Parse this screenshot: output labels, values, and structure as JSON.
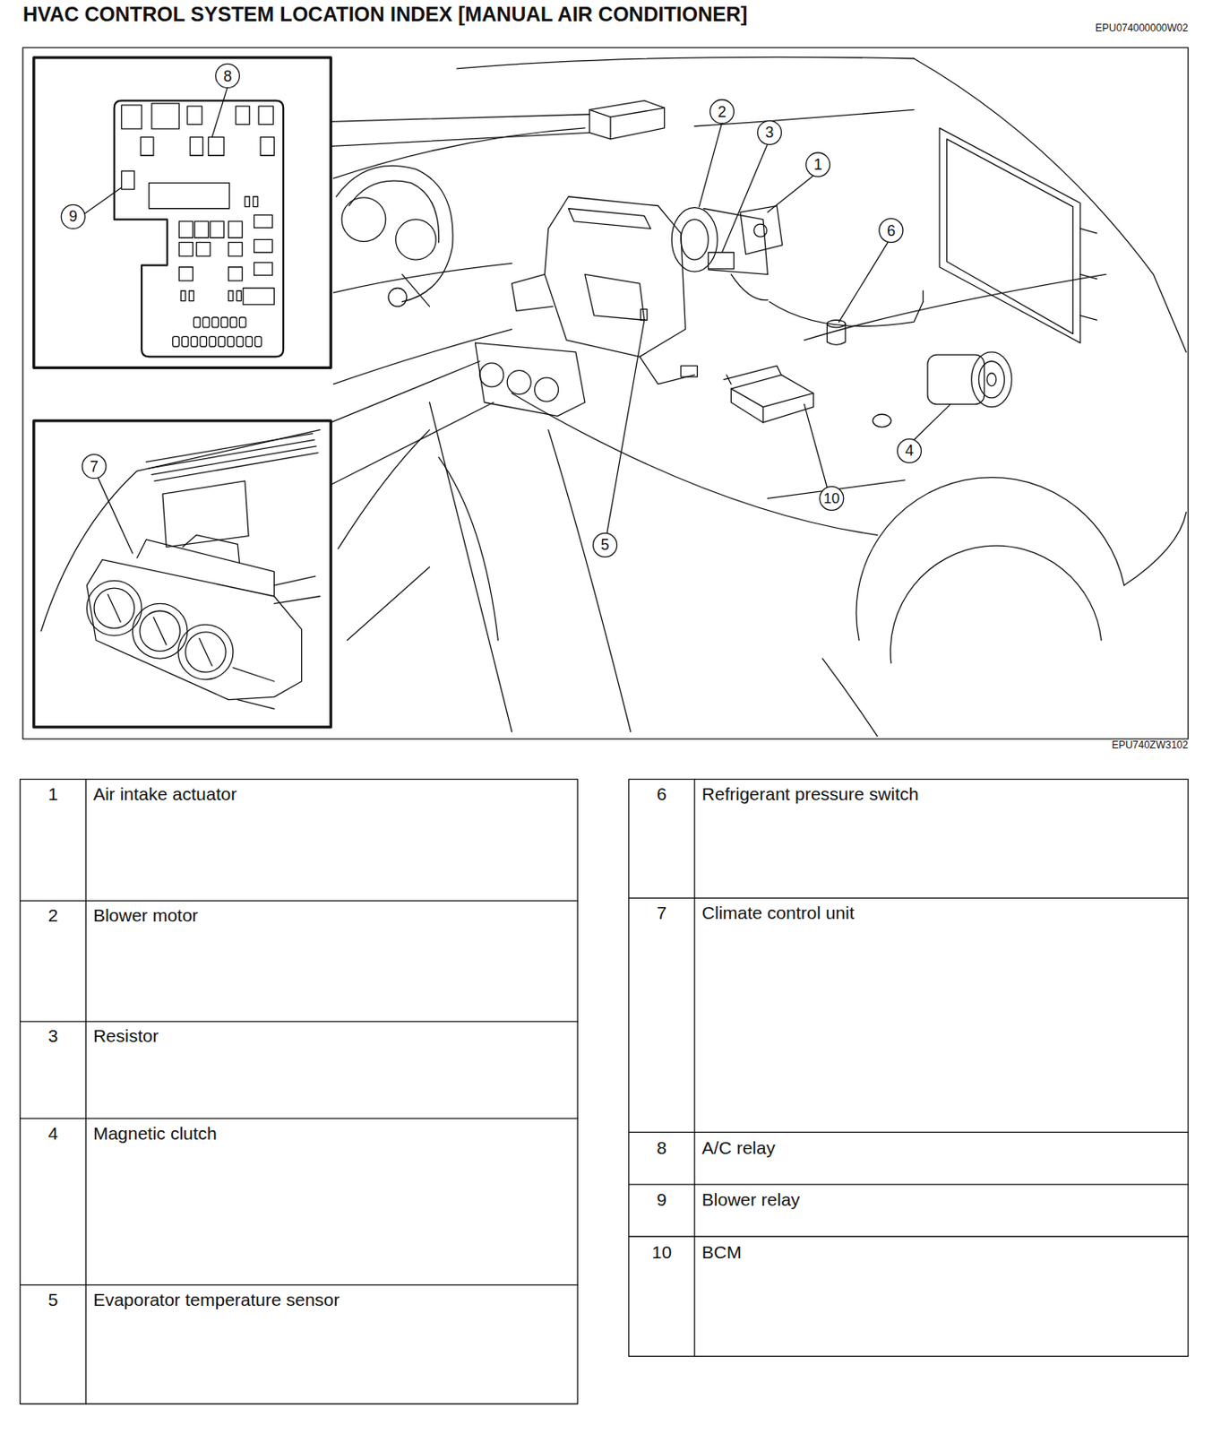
{
  "diagram": {
    "title": "HVAC CONTROL SYSTEM LOCATION INDEX [MANUAL AIR CONDITIONER]",
    "labels": [
      "EPU074000000W02",
      "8",
      "9",
      "2",
      "3",
      "1",
      "6",
      "7",
      "4",
      "10",
      "5",
      "EPU740ZW3102",
      "1",
      "Air intake actuator",
      "6",
      "Refrigerant pressure switch",
      "2",
      "Blower motor",
      "7",
      "Climate control unit",
      "3",
      "Resistor",
      "8",
      "A/C relay",
      "4",
      "Magnetic clutch",
      "9",
      "Blower relay",
      "5",
      "Evaporator temperature sensor",
      "10",
      "BCM"
    ]
  }
}
